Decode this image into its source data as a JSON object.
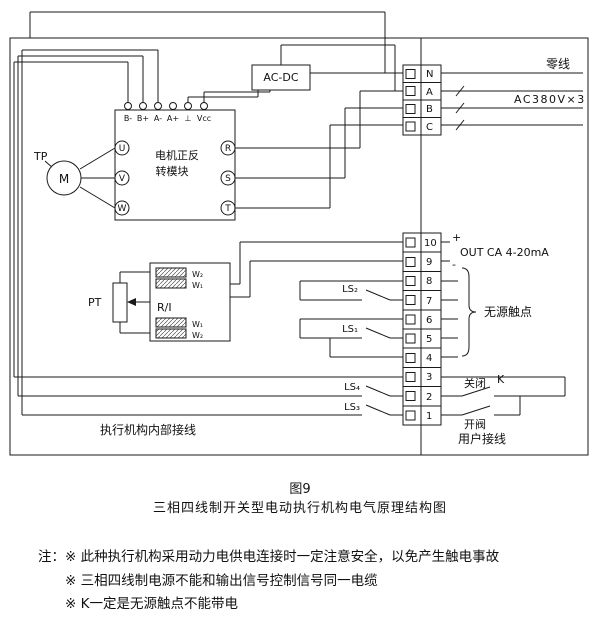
{
  "figure": {
    "number": "图9",
    "title": "三相四线制开关型电动执行机构电气原理结构图"
  },
  "notes": {
    "prefix": "注：",
    "items": [
      "※ 此种执行机构采用动力电供电连接时一定注意安全，以免产生触电事故",
      "※ 三相四线制电源不能和输出信号控制信号同一电缆",
      "※ K一定是无源触点不能带电"
    ]
  },
  "diagram": {
    "power": {
      "neutral_label": "零线",
      "phase_label": "AC380V×3"
    },
    "acdc": {
      "label": "AC-DC"
    },
    "motor": {
      "label": "M",
      "tp_label": "TP"
    },
    "module": {
      "title_line1": "电机正反",
      "title_line2": "转模块",
      "top_terminals": [
        "B-",
        "B+",
        "A-",
        "A+",
        "⊥",
        "Vcc"
      ],
      "left_terminals": [
        "U",
        "V",
        "W"
      ],
      "right_terminals": [
        "R",
        "S",
        "T"
      ]
    },
    "terminal_strip_top": [
      "N",
      "A",
      "B",
      "C"
    ],
    "terminal_strip_bottom": [
      "10",
      "9",
      "8",
      "7",
      "6",
      "5",
      "4",
      "3",
      "2",
      "1"
    ],
    "output": {
      "plus": "+",
      "minus": "-",
      "label": "OUT CA 4-20mA"
    },
    "passive_contacts_label": "无源触点",
    "limit_switches": {
      "ls2": "LS₂",
      "ls1": "LS₁",
      "ls4": "LS₄",
      "ls3": "LS₃"
    },
    "valve": {
      "close": "关闭",
      "k": "K",
      "open": "开阀"
    },
    "wiring_labels": {
      "internal": "执行机构内部接线",
      "user": "用户接线"
    },
    "feedback": {
      "pt": "PT",
      "ri": "R/I",
      "w_labels": [
        "W₂",
        "W₁",
        "W₁",
        "W₂"
      ]
    }
  }
}
